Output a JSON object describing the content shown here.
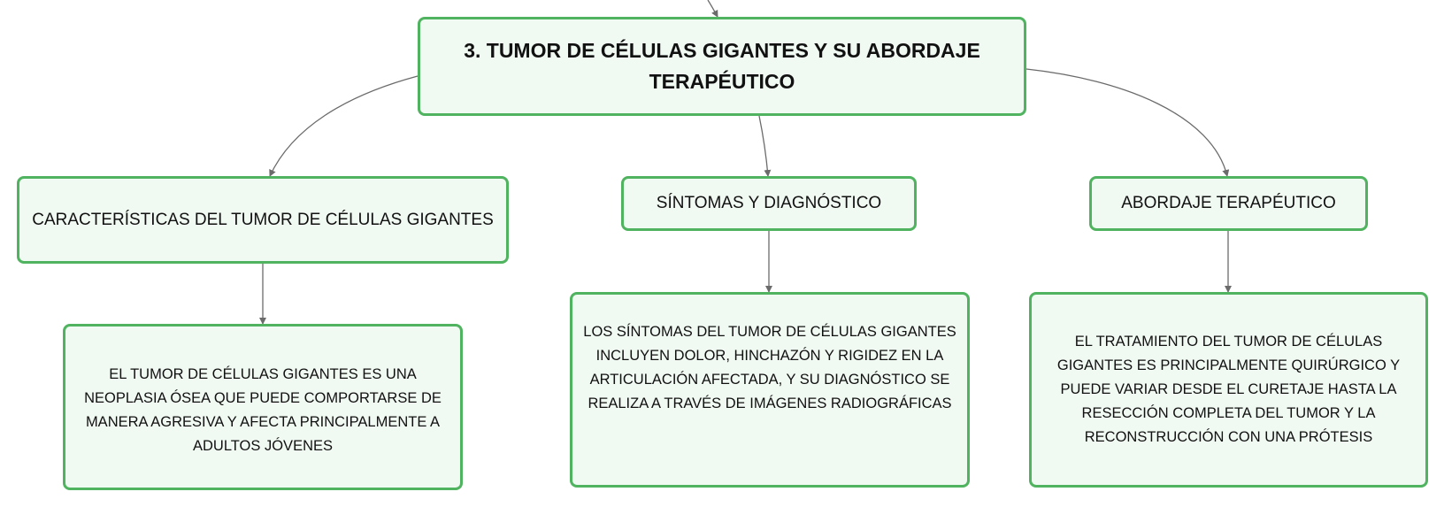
{
  "diagram": {
    "colors": {
      "node_border": "#4fb35f",
      "node_fill": "#f1f9f3",
      "connector": "#6b6b6b",
      "text": "#111111"
    },
    "root": {
      "title": "3. TUMOR DE CÉLULAS GIGANTES Y SU ABORDAJE TERAPÉUTICO"
    },
    "branches": [
      {
        "label": "CARACTERÍSTICAS DEL TUMOR DE CÉLULAS GIGANTES",
        "detail": "EL TUMOR DE CÉLULAS GIGANTES ES UNA NEOPLASIA ÓSEA QUE PUEDE COMPORTARSE DE MANERA AGRESIVA Y AFECTA PRINCIPALMENTE A ADULTOS JÓVENES"
      },
      {
        "label": "SÍNTOMAS Y DIAGNÓSTICO",
        "detail": "LOS SÍNTOMAS DEL TUMOR DE CÉLULAS GIGANTES INCLUYEN DOLOR, HINCHAZÓN Y RIGIDEZ EN LA ARTICULACIÓN AFECTADA, Y SU DIAGNÓSTICO SE REALIZA A TRAVÉS DE IMÁGENES RADIOGRÁFICAS"
      },
      {
        "label": "ABORDAJE TERAPÉUTICO",
        "detail": "EL TRATAMIENTO DEL TUMOR DE CÉLULAS GIGANTES ES PRINCIPALMENTE QUIRÚRGICO Y PUEDE VARIAR DESDE EL CURETAJE HASTA LA RESECCIÓN COMPLETA DEL TUMOR Y LA RECONSTRUCCIÓN CON UNA PRÓTESIS"
      }
    ]
  }
}
